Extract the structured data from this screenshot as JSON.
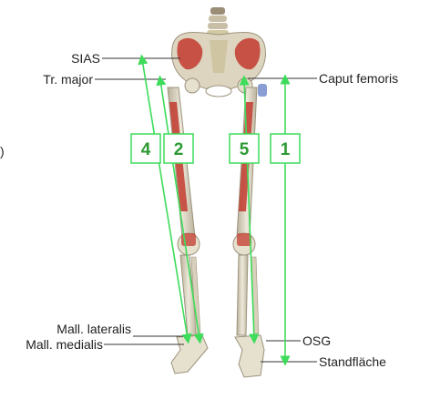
{
  "labels": {
    "sias": "SIAS",
    "tr_major": "Tr. major",
    "caput_femoris": "Caput femoris",
    "mall_lateralis": "Mall. lateralis",
    "mall_medialis": "Mall. medialis",
    "osg": "OSG",
    "standflaeche": "Standfläche",
    "edge_fragment": ")"
  },
  "measures": [
    {
      "num": "4"
    },
    {
      "num": "2"
    },
    {
      "num": "5"
    },
    {
      "num": "1"
    }
  ],
  "colors": {
    "measure_line": "#3ddc5a",
    "badge_border": "#3ddc5a",
    "badge_text": "#2d9a34",
    "bone": "#e6e0cf",
    "bone_shade": "#b9b19b",
    "muscle": "#c23a2e",
    "leader": "#333333"
  }
}
